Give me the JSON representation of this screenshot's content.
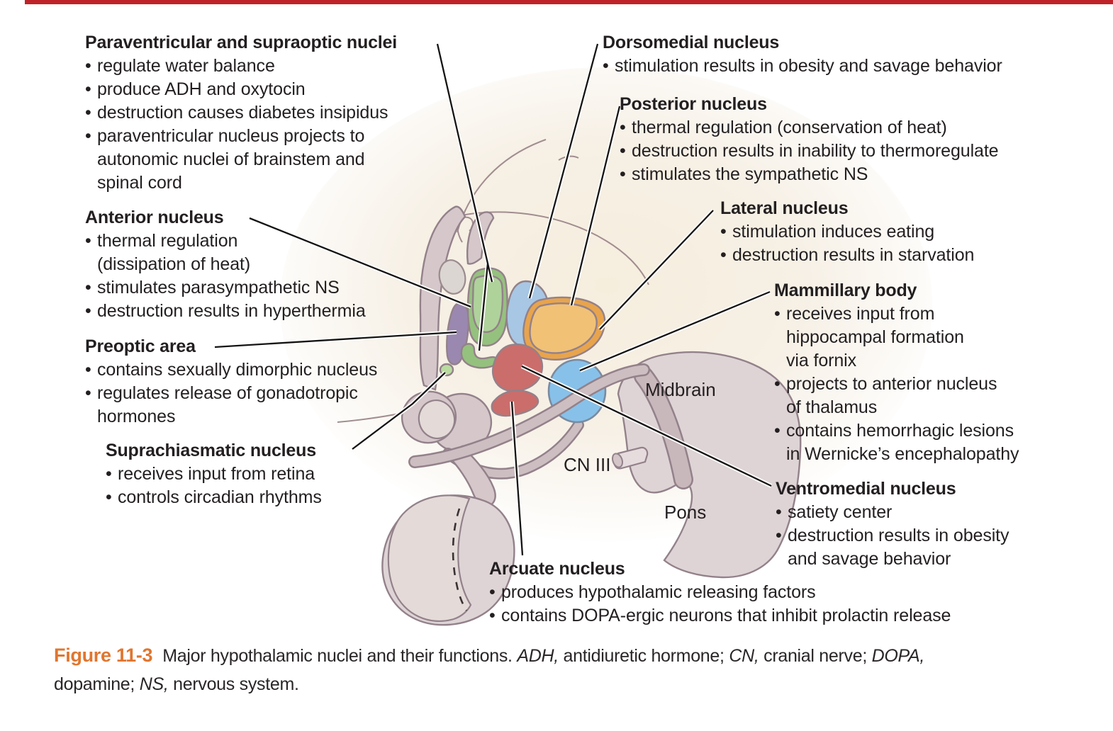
{
  "colors": {
    "figure_red": "#bf2329",
    "caption_orange": "#e0762f",
    "green": "#95c17e",
    "green_light": "#b9db9f",
    "blue": "#a7c7e4",
    "orange": "#e8a44c",
    "purple": "#9a88b0",
    "red": "#cb6d6b",
    "mammillary_blue": "#87c1e9",
    "tissue": "#d5c7ca",
    "tissue_light": "#ded4d6",
    "outline": "#93818a"
  },
  "ui": {
    "bullet": "•"
  },
  "labels": {
    "paraventricular": {
      "title": "Paraventricular and supraoptic nuclei",
      "bullets": [
        "regulate water balance",
        "produce ADH and oxytocin",
        "destruction causes diabetes insipidus",
        "paraventricular nucleus projects to\nautonomic nuclei of brainstem and\nspinal cord"
      ]
    },
    "anterior": {
      "title": "Anterior nucleus",
      "bullets": [
        "thermal regulation\n(dissipation of heat)",
        "stimulates parasympathetic NS",
        "destruction results in hyperthermia"
      ]
    },
    "preoptic": {
      "title": "Preoptic area",
      "bullets": [
        "contains sexually dimorphic nucleus",
        "regulates release of gonadotropic\nhormones"
      ]
    },
    "suprachiasmatic": {
      "title": "Suprachiasmatic nucleus",
      "bullets": [
        "receives input from retina",
        "controls circadian rhythms"
      ]
    },
    "dorsomedial": {
      "title": "Dorsomedial nucleus",
      "bullets": [
        "stimulation results in obesity and savage behavior"
      ]
    },
    "posterior": {
      "title": "Posterior nucleus",
      "bullets": [
        "thermal regulation (conservation of heat)",
        "destruction results in inability to thermoregulate",
        "stimulates the sympathetic NS"
      ]
    },
    "lateral": {
      "title": "Lateral nucleus",
      "bullets": [
        "stimulation induces eating",
        "destruction results in starvation"
      ]
    },
    "mammillary": {
      "title": "Mammillary body",
      "bullets": [
        "receives input from\nhippocampal formation\nvia fornix",
        "projects to anterior nucleus\nof thalamus",
        "contains hemorrhagic lesions\nin Wernicke’s encephalopathy"
      ]
    },
    "ventromedial": {
      "title": "Ventromedial nucleus",
      "bullets": [
        "satiety center",
        "destruction results in obesity\nand savage behavior"
      ]
    },
    "arcuate": {
      "title": "Arcuate nucleus",
      "bullets": [
        "produces hypothalamic releasing factors",
        "contains DOPA-ergic neurons that inhibit prolactin release"
      ]
    }
  },
  "diagram": {
    "midbrain": "Midbrain",
    "cn3": "CN III",
    "pons": "Pons"
  },
  "caption": {
    "figure_label": "Figure 11-3",
    "line1": [
      {
        "t": "Major hypothalamic nuclei and their functions. "
      },
      {
        "t": "ADH,",
        "i": 1
      },
      {
        "t": " antidiuretic hormone; "
      },
      {
        "t": "CN,",
        "i": 1
      },
      {
        "t": " cranial nerve; "
      },
      {
        "t": "DOPA,",
        "i": 1
      }
    ],
    "line2": [
      {
        "t": "dopamine; "
      },
      {
        "t": "NS,",
        "i": 1
      },
      {
        "t": " nervous system."
      }
    ]
  }
}
